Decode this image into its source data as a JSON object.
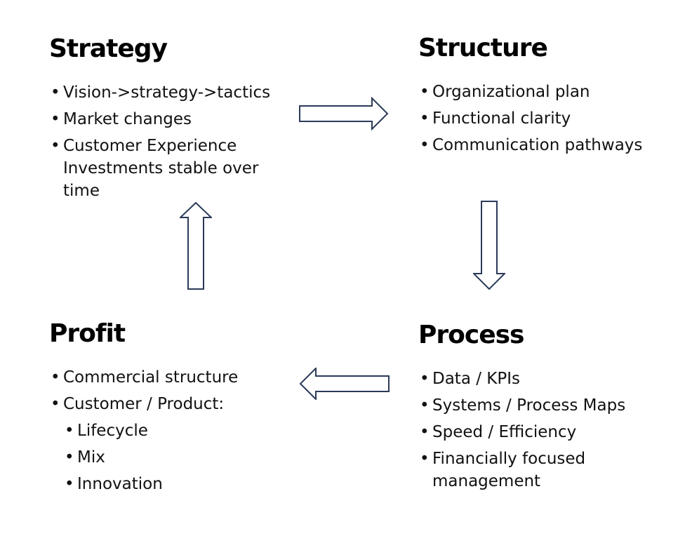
{
  "strategy": {
    "title": "Strategy",
    "items": [
      "Vision->strategy->tactics",
      "Market changes",
      "Customer Experience Investments stable over time"
    ]
  },
  "structure": {
    "title": "Structure",
    "items": [
      "Organizational plan",
      "Functional clarity",
      "Communication pathways"
    ]
  },
  "profit": {
    "title": "Profit",
    "items": [
      "Commercial structure",
      "Customer / Product:"
    ],
    "subitems": [
      "Lifecycle",
      "Mix",
      "Innovation"
    ]
  },
  "process": {
    "title": "Process",
    "items": [
      "Data / KPIs",
      "Systems / Process Maps",
      "Speed / Efficiency",
      "Financially focused management"
    ]
  },
  "colors": {
    "arrow_stroke": "#2b3a5a",
    "text": "#111111"
  }
}
